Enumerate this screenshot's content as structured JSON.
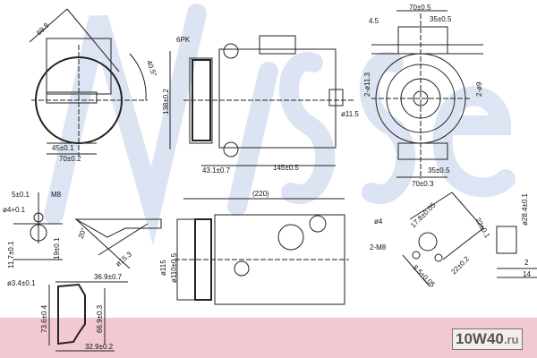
{
  "watermark": "Nissens",
  "logo": {
    "main": "10W40",
    "suffix": ".ru"
  },
  "colors": {
    "watermark": "#b9c8e6",
    "band": "#f2c9d2",
    "line": "#222222"
  },
  "labels": {
    "front_view": {
      "diag": "69.8",
      "angle": "40.5°",
      "w45": "45±0.1",
      "w70": "70±0.2"
    },
    "side_view": {
      "belt": "6PK",
      "height": "138±0.2",
      "offset": "43.1±0.7",
      "length": "145±0.5",
      "port": "ø11.5"
    },
    "rear_view": {
      "top70": "70±0.5",
      "top35": "35±0.5",
      "off": "4.5",
      "holes_left": "2-ø11.3",
      "holes_right": "2-ø9",
      "bot35": "35±0.5",
      "bot70": "70±0.3"
    },
    "bottom_side": {
      "total": "(220)",
      "d115": "ø115",
      "d110": "ø110±0.5"
    },
    "fitting": {
      "w5": "5±0.1",
      "thread": "M8",
      "hole": "ø4+0.1",
      "h117": "11.7±0.1",
      "h19": "19±0.1"
    },
    "section": {
      "angle": "20°",
      "dia": "ø15.3"
    },
    "gasket": {
      "wire": "ø3.4±0.1",
      "top": "36.9±0.7",
      "h736": "73.6±0.4",
      "h669": "66.9±0.3",
      "bottom": "32.9±0.2"
    },
    "flange": {
      "hole": "ø4",
      "threads": "2-M8",
      "d178": "17.8±0.05",
      "d22a": "22±0.1",
      "d22b": "22±0.2",
      "d85": "8.5±0.05",
      "dia": "ø28.4±0.1",
      "h2": "2",
      "h14": "14"
    }
  }
}
